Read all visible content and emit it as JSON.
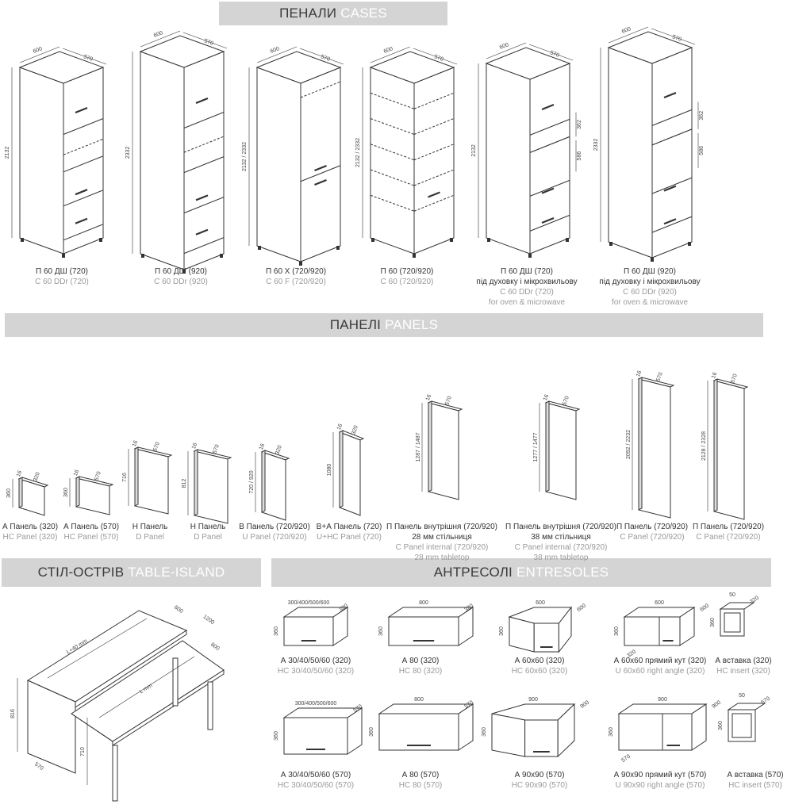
{
  "sections": {
    "cases": {
      "ua": "ПЕНАЛИ",
      "en": "CASES"
    },
    "panels": {
      "ua": "ПАНЕЛІ",
      "en": "PANELS"
    },
    "table": {
      "ua": "СТІЛ-ОСТРІВ",
      "en": "TABLE-ISLAND"
    },
    "entresoles": {
      "ua": "АНТРЕСОЛІ",
      "en": "ENTRESOLES"
    }
  },
  "cases": [
    {
      "l1": "П 60 ДШ (720)",
      "l2": "C 60 DDr (720)",
      "l3": ""
    },
    {
      "l1": "П 60 ДШ (920)",
      "l2": "C 60 DDr (920)",
      "l3": ""
    },
    {
      "l1": "П 60 Х (720/920)",
      "l2": "C 60 F (720/920)",
      "l3": ""
    },
    {
      "l1": "П 60 (720/920)",
      "l2": "C 60 (720/920)",
      "l3": ""
    },
    {
      "l1": "П 60 ДШ (720)",
      "l1b": "під духовку і мікрохвильову",
      "l2": "C 60 DDr (720)",
      "l3": "for oven & microwave"
    },
    {
      "l1": "П 60 ДШ (920)",
      "l1b": "під духовку і мікрохвильову",
      "l2": "C 60 DDr (920)",
      "l3": "for oven & microwave"
    }
  ],
  "case_dims": [
    {
      "w": "600",
      "d": "570",
      "h": "2132"
    },
    {
      "w": "600",
      "d": "570",
      "h": "2332"
    },
    {
      "w": "600",
      "d": "570",
      "h": "2132 / 2332"
    },
    {
      "w": "600",
      "d": "570",
      "h": "2132 / 2332"
    },
    {
      "w": "600",
      "d": "570",
      "h": "2132",
      "a": "362",
      "b": "586"
    },
    {
      "w": "600",
      "d": "570",
      "h": "2332",
      "a": "362",
      "b": "586"
    }
  ],
  "panels": [
    {
      "l1": "А Панель (320)",
      "l2": "HC Panel (320)",
      "l3": "",
      "t": "16",
      "d": "320",
      "h": "360"
    },
    {
      "l1": "А Панель (570)",
      "l2": "HC Panel (570)",
      "l3": "",
      "t": "16",
      "d": "570",
      "h": "360"
    },
    {
      "l1": "Н Панель",
      "l2": "D Panel",
      "l3": "",
      "t": "16",
      "d": "570",
      "h": "716"
    },
    {
      "l1": "Н Панель",
      "l2": "D Panel",
      "l3": "",
      "t": "16",
      "d": "570",
      "h": "812"
    },
    {
      "l1": "В Панель (720/920)",
      "l2": "U Panel (720/920)",
      "l3": "",
      "t": "16",
      "d": "320",
      "h": "720 / 920"
    },
    {
      "l1": "В+А Панель (720)",
      "l2": "U+HC Panel (720)",
      "l3": "",
      "t": "16",
      "d": "320",
      "h": "1080"
    },
    {
      "l1": "П Панель внутрішня (720/920)",
      "l1b": "28 мм стільниця",
      "l2": "C Panel internal (720/920)",
      "l3": "28 mm tabletop",
      "t": "16",
      "d": "570",
      "h": "1287 / 1487"
    },
    {
      "l1": "П Панель внутрішня (720/920)",
      "l1b": "38 мм стільниця",
      "l2": "C Panel internal (720/920)",
      "l3": "38 mm tabletop",
      "t": "16",
      "d": "570",
      "h": "1277 / 1477"
    },
    {
      "l1": "П Панель (720/920)",
      "l2": "C Panel (720/920)",
      "l3": "",
      "t": "16",
      "d": "570",
      "h": "2092 / 2232"
    },
    {
      "l1": "П Панель (720/920)",
      "l2": "C Panel (720/920)",
      "l3": "",
      "t": "16",
      "d": "570",
      "h": "2128 / 2328"
    }
  ],
  "table_dims": {
    "l40": "L+40 mm",
    "l": "L mm",
    "w600a": "600",
    "w1200": "1200",
    "w600b": "600",
    "h816": "816",
    "h710": "710",
    "d570": "570"
  },
  "entresoles": [
    {
      "l1": "А 30/40/50/60 (320)",
      "l2": "HC 30/40/50/60 (320)",
      "w": "300/400/500/600",
      "d": "320",
      "h": "360"
    },
    {
      "l1": "А 80 (320)",
      "l2": "HC 80 (320)",
      "w": "800",
      "d": "320",
      "h": "360"
    },
    {
      "l1": "А 60x60 (320)",
      "l2": "HC 60x60 (320)",
      "w": "600",
      "d": "600",
      "h": "360"
    },
    {
      "l1": "А 60x60 прямий кут (320)",
      "l2": "U 60x60 right angle (320)",
      "w": "600",
      "d": "600",
      "h": "360",
      "e": "320"
    },
    {
      "l1": "А вставка (320)",
      "l2": "HC insert (320)",
      "w": "50",
      "d": "320",
      "h": "360"
    },
    {
      "l1": "А 30/40/50/60 (570)",
      "l2": "HC 30/40/50/60 (570)",
      "w": "300/400/500/600",
      "d": "570",
      "h": "360"
    },
    {
      "l1": "А 80 (570)",
      "l2": "HC 80 (570)",
      "w": "800",
      "d": "570",
      "h": "360"
    },
    {
      "l1": "А 90x90 (570)",
      "l2": "HC 90x90 (570)",
      "w": "900",
      "d": "900",
      "h": "360"
    },
    {
      "l1": "А 90x90 прямий кут (570)",
      "l2": "U 90x90 right angle (570)",
      "w": "900",
      "d": "900",
      "h": "360",
      "e": "570"
    },
    {
      "l1": "А вставка (570)",
      "l2": "HC insert (570)",
      "w": "50",
      "d": "570",
      "h": "360"
    }
  ]
}
